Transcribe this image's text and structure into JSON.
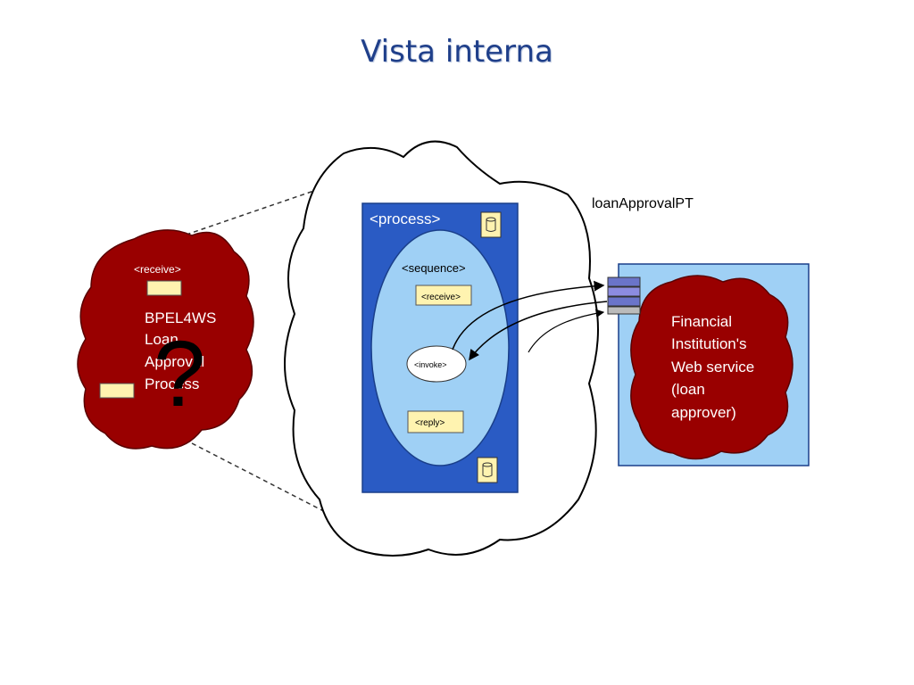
{
  "title": "Vista interna",
  "external_process": {
    "receive_tag": "<receive>",
    "lines": [
      "BPEL4WS",
      "Loan",
      "Approval",
      "Process"
    ],
    "question_mark": "?"
  },
  "process": {
    "process_tag": "<process>",
    "sequence_tag": "<sequence>",
    "receive_tag": "<receive>",
    "invoke_tag": "<invoke>",
    "reply_tag": "<reply>"
  },
  "port_type_label": "loanApprovalPT",
  "web_service": {
    "lines": [
      "Financial",
      "Institution's",
      "Web service",
      "(loan",
      "approver)"
    ]
  },
  "colors": {
    "title": "#1f3f8a",
    "dark_red": "#990000",
    "process_blue": "#2a5bc4",
    "light_blue": "#9fd0f5",
    "tag_yellow": "#fff3b0"
  }
}
